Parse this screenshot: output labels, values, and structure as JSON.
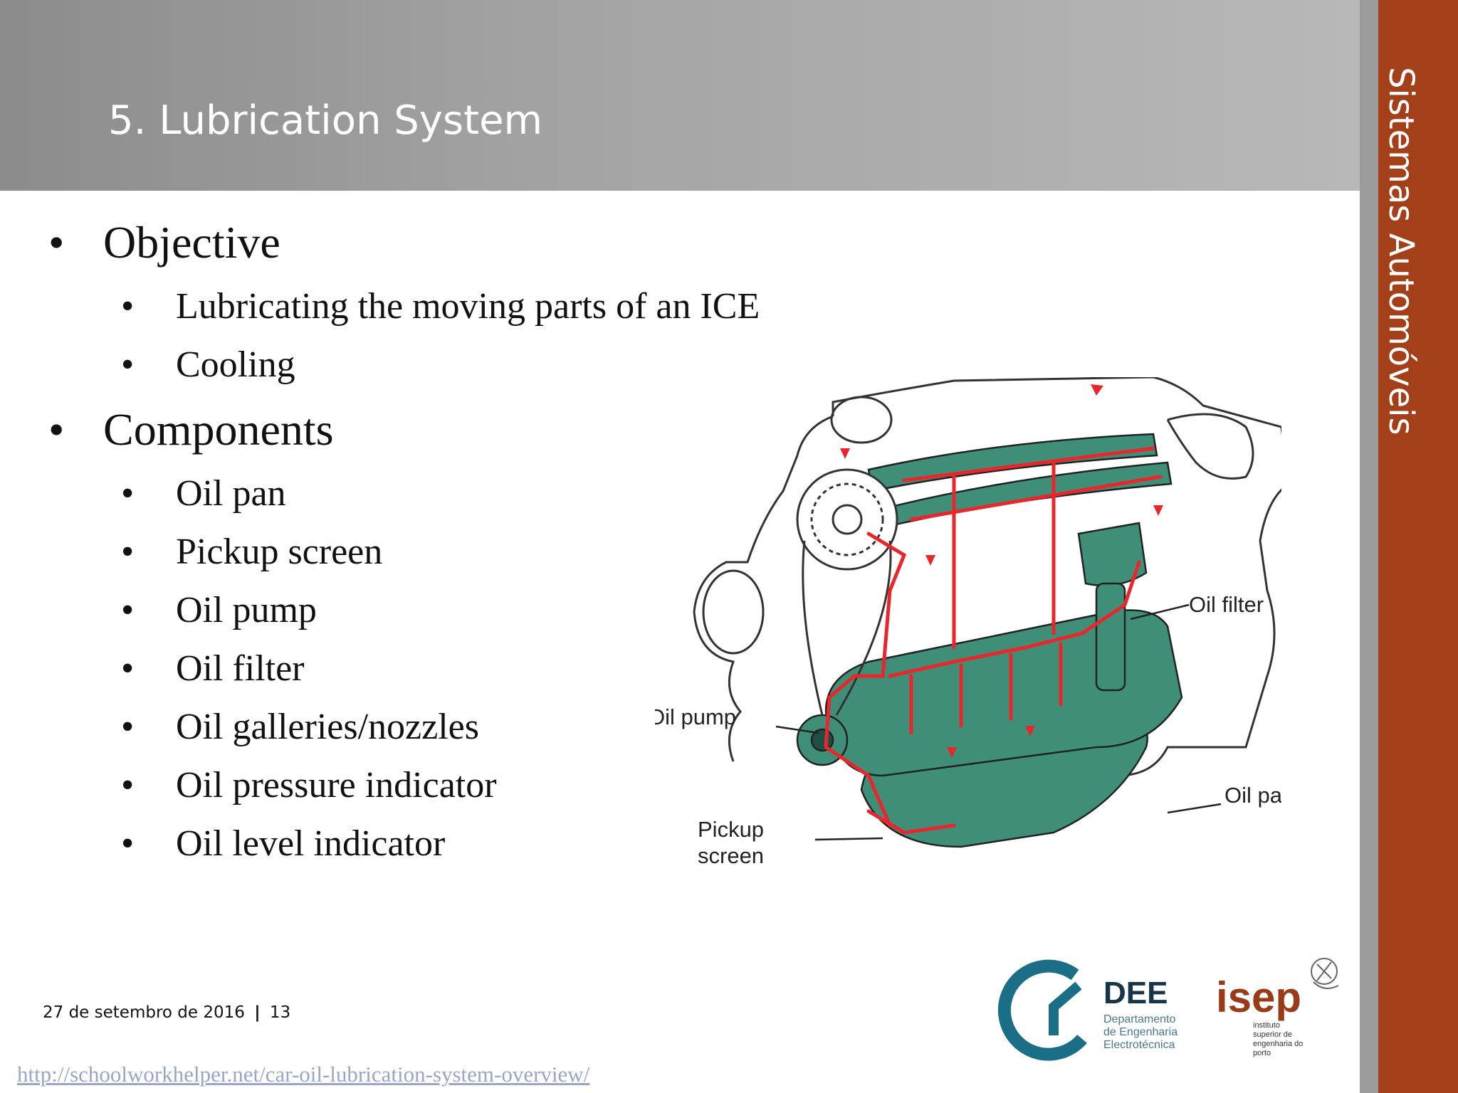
{
  "header": {
    "title": "5. Lubrication System"
  },
  "sidebar": {
    "course_title": "Sistemas Automóveis"
  },
  "content": {
    "bullets": [
      {
        "text": "Objective",
        "children": [
          "Lubricating the moving parts of an ICE",
          "Cooling"
        ]
      },
      {
        "text": "Components",
        "children": [
          "Oil pan",
          "Pickup screen",
          "Oil pump",
          "Oil filter",
          "Oil galleries/nozzles",
          "Oil pressure indicator",
          "Oil level indicator"
        ]
      }
    ],
    "bullet_glyph": "•"
  },
  "figure": {
    "labels": {
      "oil_filter": "Oil filter",
      "oil_pump": "Oil pump",
      "oil_pan": "Oil pan",
      "pickup_line1": "Pickup",
      "pickup_line2": "screen"
    },
    "colors": {
      "engine_parts": "#3f8f78",
      "oil_flow": "#e8262b",
      "outline": "#333333"
    }
  },
  "footer": {
    "date": "27 de setembro de 2016",
    "separator": "|",
    "page_number": "13",
    "source_url": "http://schoolworkhelper.net/car-oil-lubrication-system-overview/"
  },
  "logos": {
    "dee_abbrev": "DEE",
    "dee_line1": "Departamento",
    "dee_line2": "de Engenharia",
    "dee_line3": "Electrotécnica",
    "isep_name": "isep",
    "isep_line1": "instituto",
    "isep_line2": "superior de",
    "isep_line3": "engenharia do",
    "isep_line4": "porto"
  },
  "colors": {
    "accent_band": "#a3401a",
    "header_gray": "#9a9a9a",
    "link": "#9aa6c8"
  }
}
